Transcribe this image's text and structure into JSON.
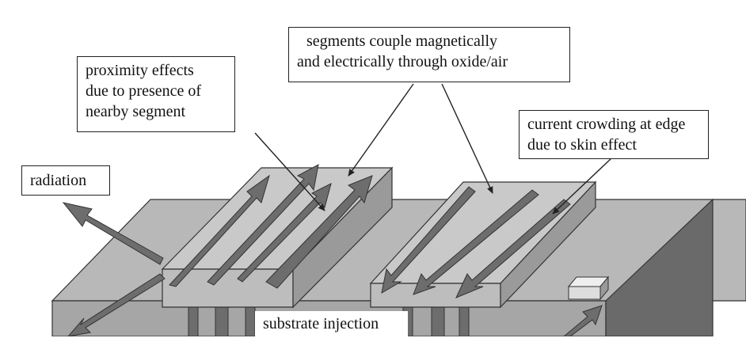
{
  "labels": {
    "proximity": [
      "proximity effects",
      "due to presence of",
      "nearby segment"
    ],
    "coupling": [
      "segments couple magnetically",
      "and electrically through oxide/air"
    ],
    "crowding": [
      "current crowding at edge",
      "due to skin effect"
    ],
    "radiation": "radiation",
    "substrate": "substrate injection"
  },
  "colors": {
    "substrate_top": "#b8b8b8",
    "substrate_front": "#a4a4a4",
    "substrate_side": "#6a6a6a",
    "segment_top": "#c9c9c9",
    "segment_side": "#9a9a9a",
    "arrow": "#6d6d6d",
    "line": "#222222"
  }
}
